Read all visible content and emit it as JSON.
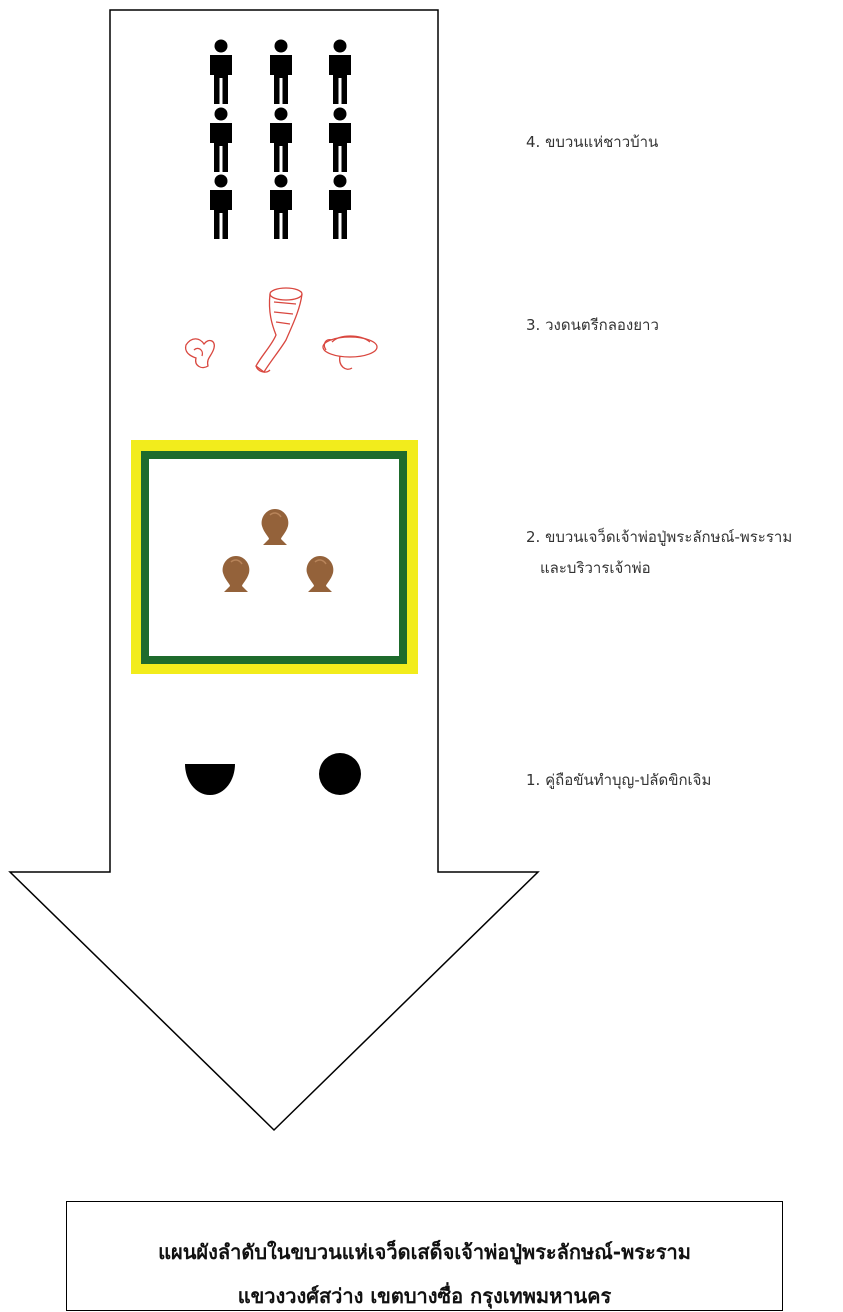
{
  "procession": [
    {
      "order": 4,
      "label": "4. ขบวนแห่ชาวบ้าน",
      "icon": "people-icon"
    },
    {
      "order": 3,
      "label": "3. วงดนตรีกลองยาว",
      "icon": "long-drum-icon"
    },
    {
      "order": 2,
      "label_line1": "2. ขบวนเจว็ดเจ้าพ่อปู่พระลักษณ์-พระราม",
      "label_line2": "และบริวารเจ้าพ่อ",
      "icon": "shrine-statues-icon"
    },
    {
      "order": 1,
      "label": "1. คู่ถือขันทำบุญ-ปลัดขิกเจิม",
      "icon": "offering-bowl-icon"
    }
  ],
  "title": {
    "line1": "แผนผังลำดับในขบวนแห่เจว็ดเสด็จเจ้าพ่อปู่พระลักษณ์-พระราม",
    "line2": "แขวงวงศ์สว่าง เขตบางซื่อ กรุงเทพมหานคร"
  },
  "colors": {
    "frame_outer": "#f2ec1c",
    "frame_inner": "#1e6b2c",
    "statue": "#94623a",
    "instrument": "#d9473f"
  }
}
